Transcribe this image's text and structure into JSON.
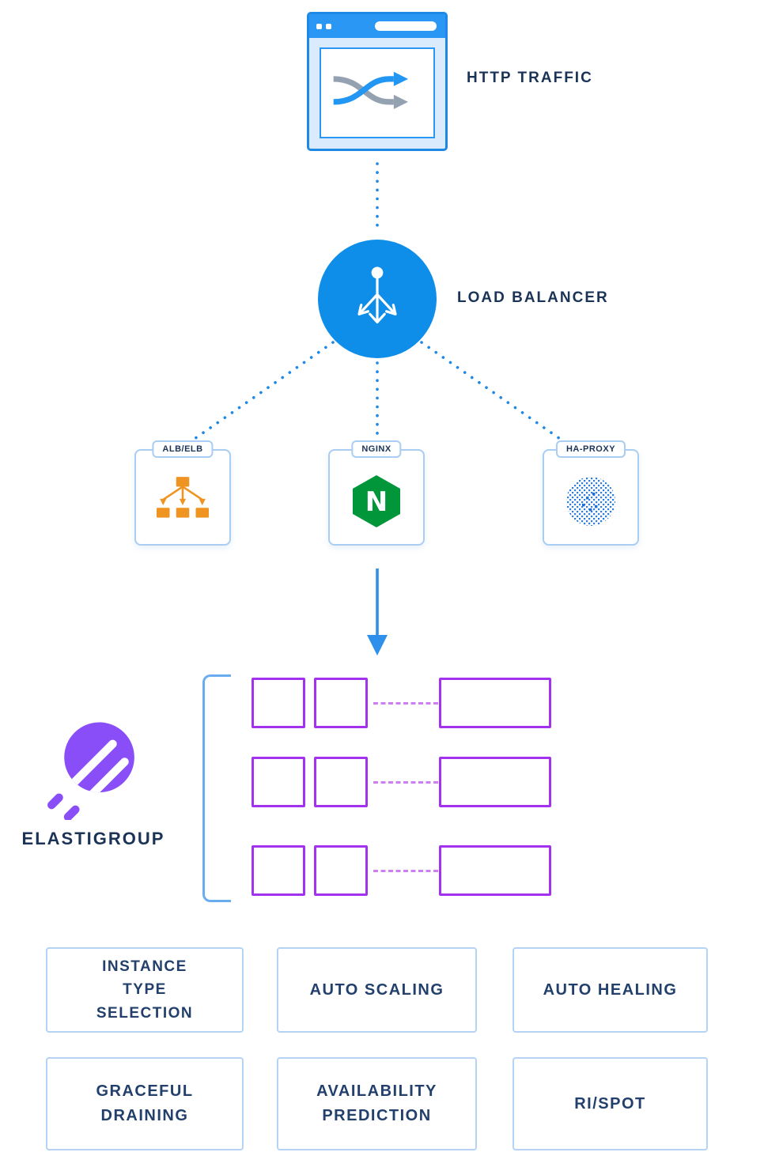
{
  "http_traffic": {
    "label": "HTTP TRAFFIC"
  },
  "load_balancer": {
    "label": "LOAD BALANCER"
  },
  "balancers": [
    {
      "label": "ALB/ELB",
      "icon": "alb-elb-tree-icon"
    },
    {
      "label": "NGINX",
      "letter": "N",
      "icon": "nginx-logo"
    },
    {
      "label": "HA-PROXY",
      "icon": "haproxy-dotted-sphere-icon"
    }
  ],
  "elastigroup": {
    "label": "ELASTIGROUP"
  },
  "features": [
    {
      "label": "INSTANCE\nTYPE\nSELECTION"
    },
    {
      "label": "AUTO SCALING"
    },
    {
      "label": "AUTO HEALING"
    },
    {
      "label": "GRACEFUL\nDRAINING"
    },
    {
      "label": "AVAILABILITY\nPREDICTION"
    },
    {
      "label": "RI/SPOT"
    }
  ],
  "colors": {
    "primary_blue": "#1e88e5",
    "circle_blue": "#0f8ee9",
    "navy_text": "#1b3356",
    "cluster_purple": "#a232ee",
    "dash_purple": "#cd7ff2",
    "logo_purple": "#8a4ef8",
    "box_border_blue": "#a9cdf3",
    "alb_orange": "#f09421",
    "nginx_green": "#009639"
  }
}
